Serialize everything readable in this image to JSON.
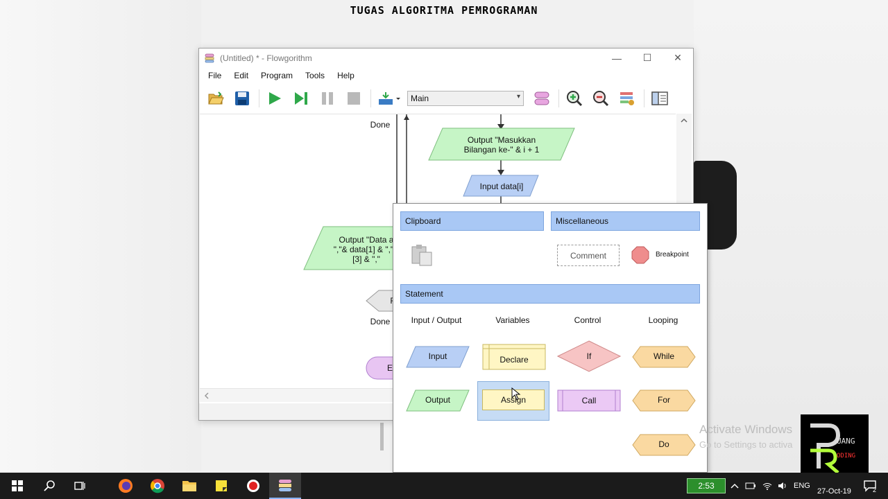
{
  "page_heading": "TUGAS ALGORITMA PEMROGRAMAN",
  "window": {
    "title": "(Untitled) * - Flowgorithm",
    "minimize_glyph": "—",
    "maximize_glyph": "☐",
    "close_glyph": "✕"
  },
  "menu": [
    "File",
    "Edit",
    "Program",
    "Tools",
    "Help"
  ],
  "toolbar": {
    "function_select": "Main",
    "icons": [
      "open-folder-icon",
      "save-icon",
      "run-icon",
      "step-icon",
      "pause-icon",
      "stop-icon",
      "layout-icon",
      "variables-icon",
      "zoom-in-icon",
      "zoom-out-icon",
      "settings-icon",
      "view-panel-icon"
    ]
  },
  "flowchart": {
    "done_label_top": "Done",
    "done_label_bottom": "Done",
    "output_prompt": "Output \"Masukkan Bilangan ke-\" & i + 1",
    "input_data": "Input data[i]",
    "output_data_partial": "Output \"Data a ... \",\"& data[1] & \",\"& ... [3] & \",\"",
    "output_data_line1": "Output \"Data a",
    "output_data_line2": "\",\"& data[1] & \",\"&",
    "output_data_line3": "[3] & \",\"",
    "partial_shape_letter_f": "F",
    "partial_shape_letter_e": "E"
  },
  "palette": {
    "clipboard_header": "Clipboard",
    "misc_header": "Miscellaneous",
    "comment_label": "Comment",
    "breakpoint_label": "Breakpoint",
    "statement_header": "Statement",
    "columns": {
      "input_output": "Input / Output",
      "variables": "Variables",
      "control": "Control",
      "looping": "Looping"
    },
    "shapes": {
      "input": "Input",
      "output": "Output",
      "declare": "Declare",
      "assign": "Assign",
      "if": "If",
      "call": "Call",
      "while": "While",
      "for": "For",
      "do": "Do"
    }
  },
  "watermark": {
    "title": "Activate Windows",
    "subtitle": "Go to Settings to activa"
  },
  "logo": {
    "line1": "UANG",
    "line2": "ODING"
  },
  "taskbar": {
    "battery_time": "2:53",
    "language": "ENG",
    "date": "27-Oct-19",
    "notification_count": "2"
  },
  "colors": {
    "palette_header": "#a9c8f5",
    "input_shape": "#b8cff5",
    "output_shape": "#c6f5c6",
    "declare_shape": "#fff6c4",
    "if_shape": "#f7c4c4",
    "call_shape": "#ebc9f5",
    "loop_shape": "#fad9a1",
    "breakpoint": "#ef8d8d"
  }
}
